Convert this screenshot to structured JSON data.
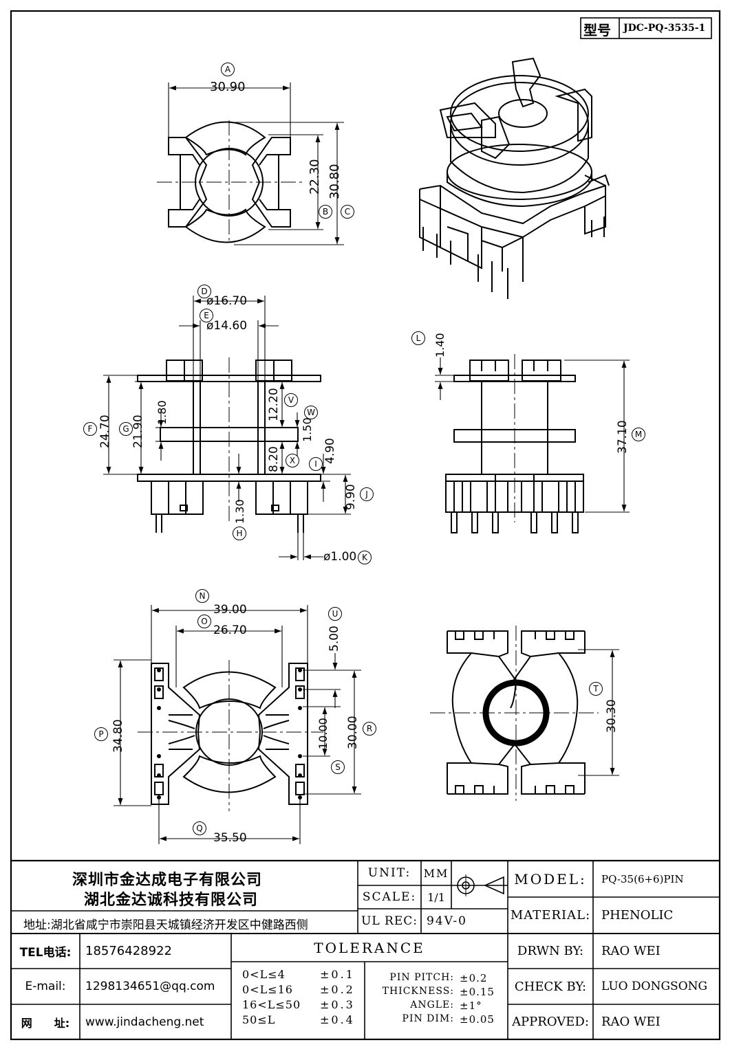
{
  "header": {
    "model_label": "型号",
    "model_code": "JDC-PQ-3535-1"
  },
  "views": {
    "top": {
      "A": "30.90",
      "B": "22.30",
      "C": "30.80"
    },
    "front": {
      "D": "ø16.70",
      "E": "ø14.60",
      "F": "24.70",
      "G": "21.90",
      "h180": "1.80",
      "V": "12.20",
      "W": "1.50",
      "X": "8.20",
      "I": "4.90",
      "J": "9.90",
      "H": "1.30",
      "K": "ø1.00"
    },
    "side": {
      "L": "1.40",
      "M": "37.10"
    },
    "bottom": {
      "N": "39.00",
      "O": "26.70",
      "U": "5.00",
      "P": "34.80",
      "R": "30.00",
      "h1000": "10.00",
      "S": "S",
      "Q": "35.50"
    },
    "back": {
      "T": "30.30"
    }
  },
  "balloons": [
    "A",
    "B",
    "C",
    "D",
    "E",
    "F",
    "G",
    "V",
    "W",
    "X",
    "I",
    "J",
    "H",
    "K",
    "L",
    "M",
    "N",
    "O",
    "U",
    "P",
    "R",
    "S",
    "Q",
    "T"
  ],
  "title_block": {
    "company1": "深圳市金达成电子有限公司",
    "company2": "湖北金达诚科技有限公司",
    "address": "地址:湖北省咸宁市崇阳县天城镇经济开发区中健路西侧",
    "tel_label": "TEL电话:",
    "tel": "18576428922",
    "email_label": "E-mail:",
    "email": "1298134651@qq.com",
    "web_label": "网　　址:",
    "web": "www.jindacheng.net",
    "unit_label": "UNIT:",
    "unit": "MM",
    "scale_label": "SCALE:",
    "scale": "1/1",
    "ulrec_label": "UL REC:",
    "ulrec": "94V-0",
    "tolerance_title": "TOLERANCE",
    "tolerances": [
      {
        "range": "0<L≤4",
        "value": "±0.1"
      },
      {
        "range": "0<L≤16",
        "value": "±0.2"
      },
      {
        "range": "16<L≤50",
        "value": "±0.3"
      },
      {
        "range": "50≤L",
        "value": "±0.4"
      }
    ],
    "specs": [
      {
        "label": "PIN PITCH:",
        "value": "±0.2"
      },
      {
        "label": "THICKNESS:",
        "value": "±0.15"
      },
      {
        "label": "ANGLE:",
        "value": "±1°"
      },
      {
        "label": "PIN DIM:",
        "value": "±0.05"
      }
    ],
    "model_label": "MODEL:",
    "model": "PQ-35(6+6)PIN",
    "material_label": "MATERIAL:",
    "material": "PHENOLIC",
    "drawn_label": "DRWN BY:",
    "drawn": "RAO WEI",
    "check_label": "CHECK BY:",
    "check": "LUO DONGSONG",
    "approved_label": "APPROVED:",
    "approved": "RAO WEI"
  }
}
